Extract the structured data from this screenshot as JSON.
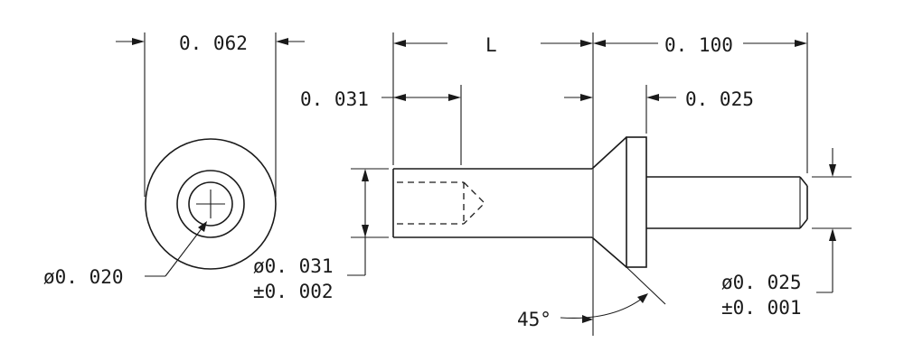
{
  "drawing": {
    "dim_end_width": "0. 062",
    "dim_length": "L",
    "dim_head_to_tip": "0. 100",
    "dim_hole_depth": "0. 031",
    "dim_flange_thickness": "0. 025",
    "dim_hole_diameter": "ø0. 020",
    "dim_body_diameter": "ø0. 031",
    "dim_body_tolerance": "±0. 002",
    "dim_pin_diameter": "ø0. 025",
    "dim_pin_tolerance": "±0. 001",
    "dim_chamfer_angle": "45°"
  }
}
